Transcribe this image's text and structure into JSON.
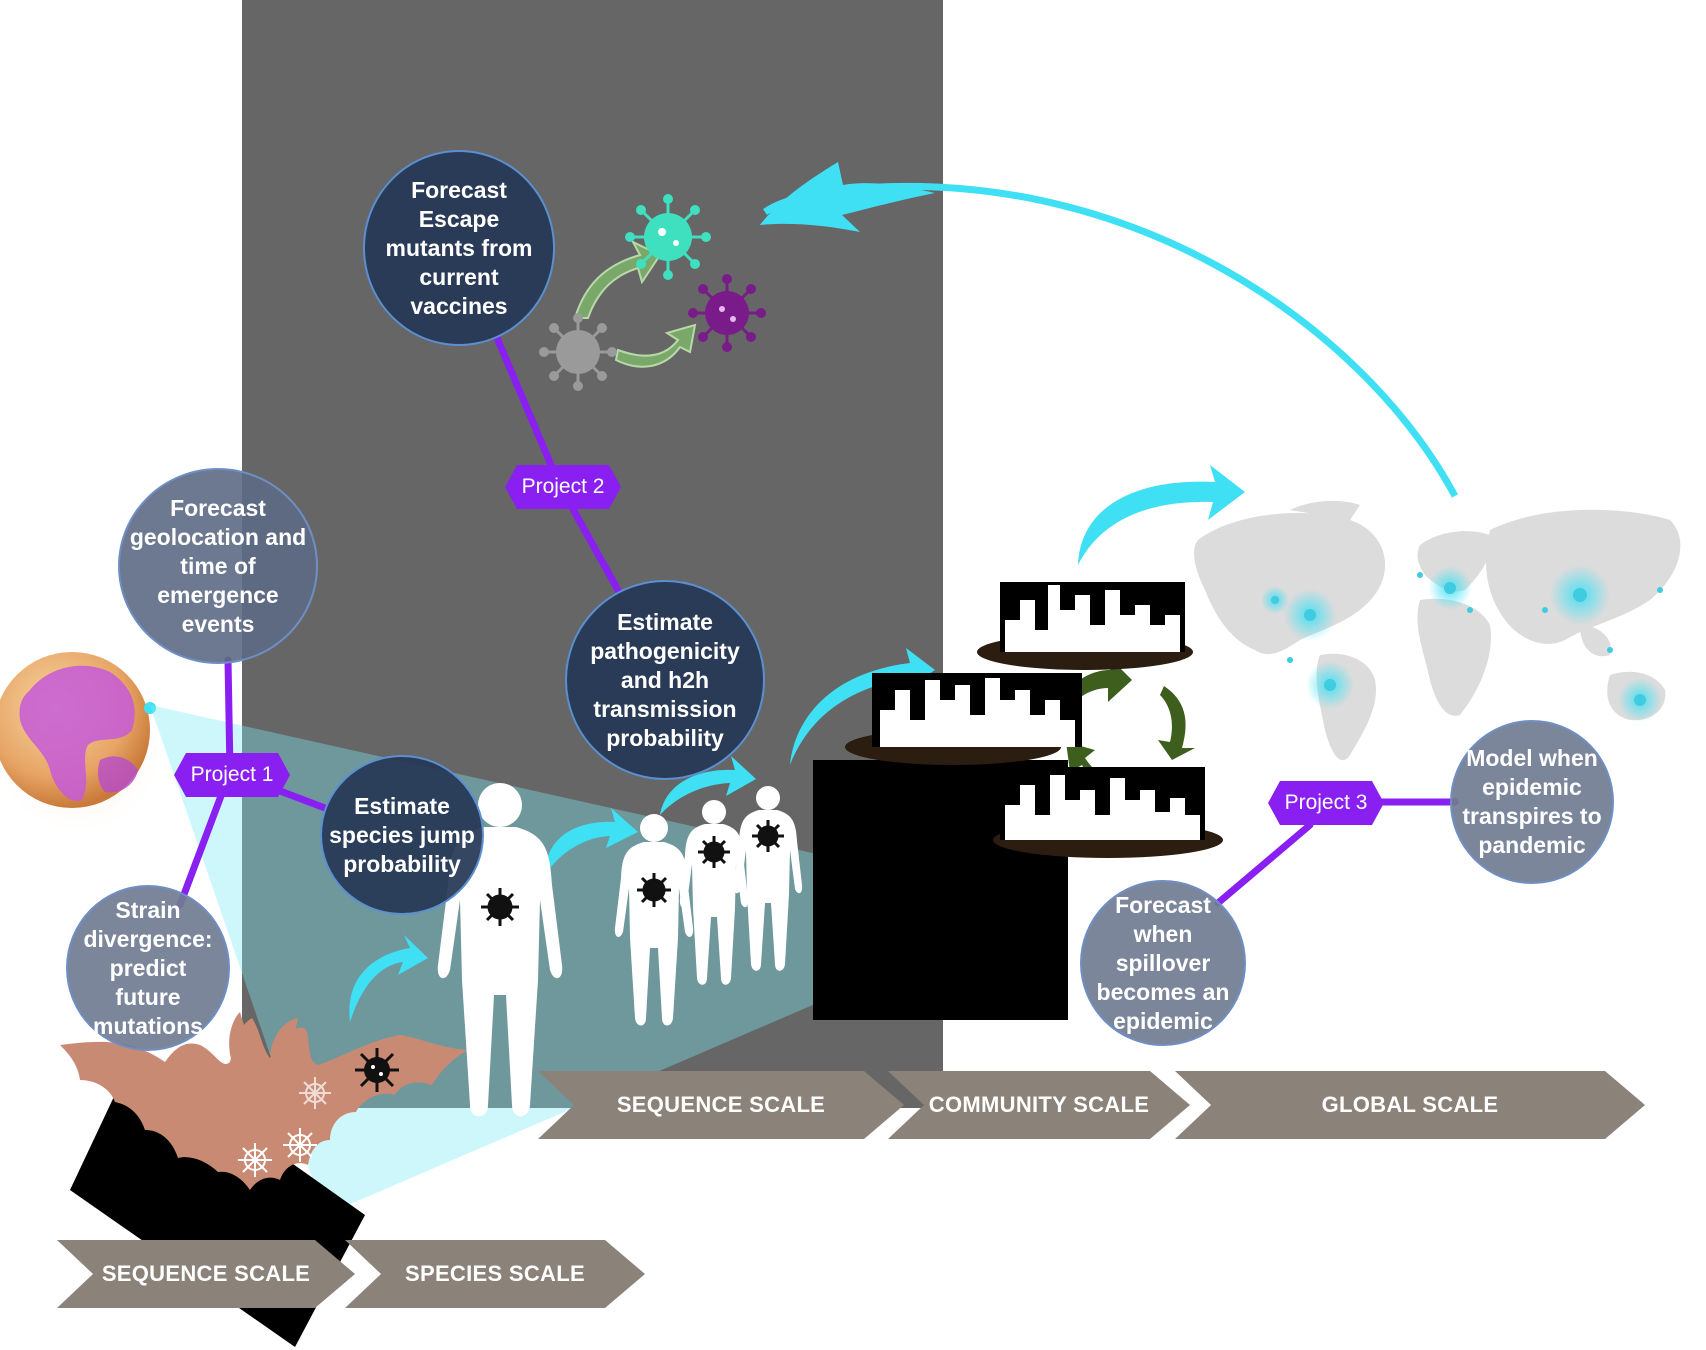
{
  "project_tags": {
    "p1": "Project 1",
    "p2": "Project 2",
    "p3": "Project 3"
  },
  "bubbles": {
    "geolocation": "Forecast geolocation and time of emergence events",
    "strain": "Strain divergence: predict future mutations",
    "species_jump": "Estimate species jump probability",
    "escape": "Forecast Escape mutants from current vaccines",
    "pathogenicity": "Estimate pathogenicity and h2h transmission probability",
    "spillover": "Forecast when spillover becomes an epidemic",
    "pandemic": "Model when epidemic transpires to pandemic"
  },
  "scales": {
    "bottom_sequence": "SEQUENCE SCALE",
    "bottom_species": "SPECIES SCALE",
    "sequence": "SEQUENCE SCALE",
    "community": "COMMUNITY SCALE",
    "global": "GLOBAL SCALE"
  },
  "colors": {
    "project_purple": "#8a1ff2",
    "dark_bubble": "#263856",
    "light_bubble": "#707c92",
    "arrow_cyan": "#3fe0f4",
    "arrow_green": "#3e5e1e",
    "bat": "#c98a73",
    "chevron": "#8b827a",
    "grey_panel": "#666666"
  }
}
